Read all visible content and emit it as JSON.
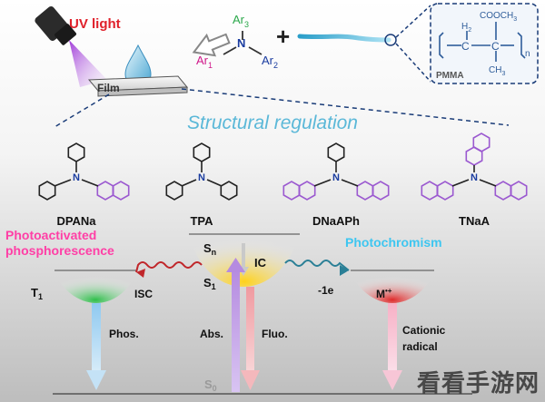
{
  "top": {
    "uv_label": "UV light",
    "film_label": "Film",
    "plus": "+",
    "amine": {
      "center": "N",
      "ar1": "Ar",
      "ar1_sub": "1",
      "ar2": "Ar",
      "ar2_sub": "2",
      "ar3": "Ar",
      "ar3_sub": "3"
    },
    "pmma": {
      "label": "PMMA",
      "h2": "H",
      "h2_sub": "2",
      "cooch": "COOCH",
      "cooch_sub": "3",
      "ch": "CH",
      "ch_sub": "3",
      "c1": "C",
      "c2": "C",
      "n": "n"
    }
  },
  "title": "Structural regulation",
  "molecules": [
    {
      "name": "DPANa"
    },
    {
      "name": "TPA"
    },
    {
      "name": "DNaAPh"
    },
    {
      "name": "TNaA"
    }
  ],
  "left_label_line1": "Photoactivated",
  "left_label_line2": "phosphorescence",
  "right_label": "Photochromism",
  "states": {
    "t1": "T",
    "t1_sub": "1",
    "sn": "S",
    "sn_sub": "n",
    "s1": "S",
    "s1_sub": "1",
    "s0": "S",
    "s0_sub": "0",
    "m": "M",
    "m_sup": "•+"
  },
  "processes": {
    "isc": "ISC",
    "ic": "IC",
    "minus_e": "-1e",
    "phos": "Phos.",
    "abs": "Abs.",
    "fluo": "Fluo.",
    "cationic1": "Cationic",
    "cationic2": "radical"
  },
  "colors": {
    "uv": "#e0202a",
    "title": "#5bb8d8",
    "purple": "#9b59d0",
    "magenta": "#ff3fa6",
    "cyan": "#3ec6f0",
    "red": "#c0262a",
    "teal": "#2a7f96"
  },
  "watermark": "看看手游网"
}
